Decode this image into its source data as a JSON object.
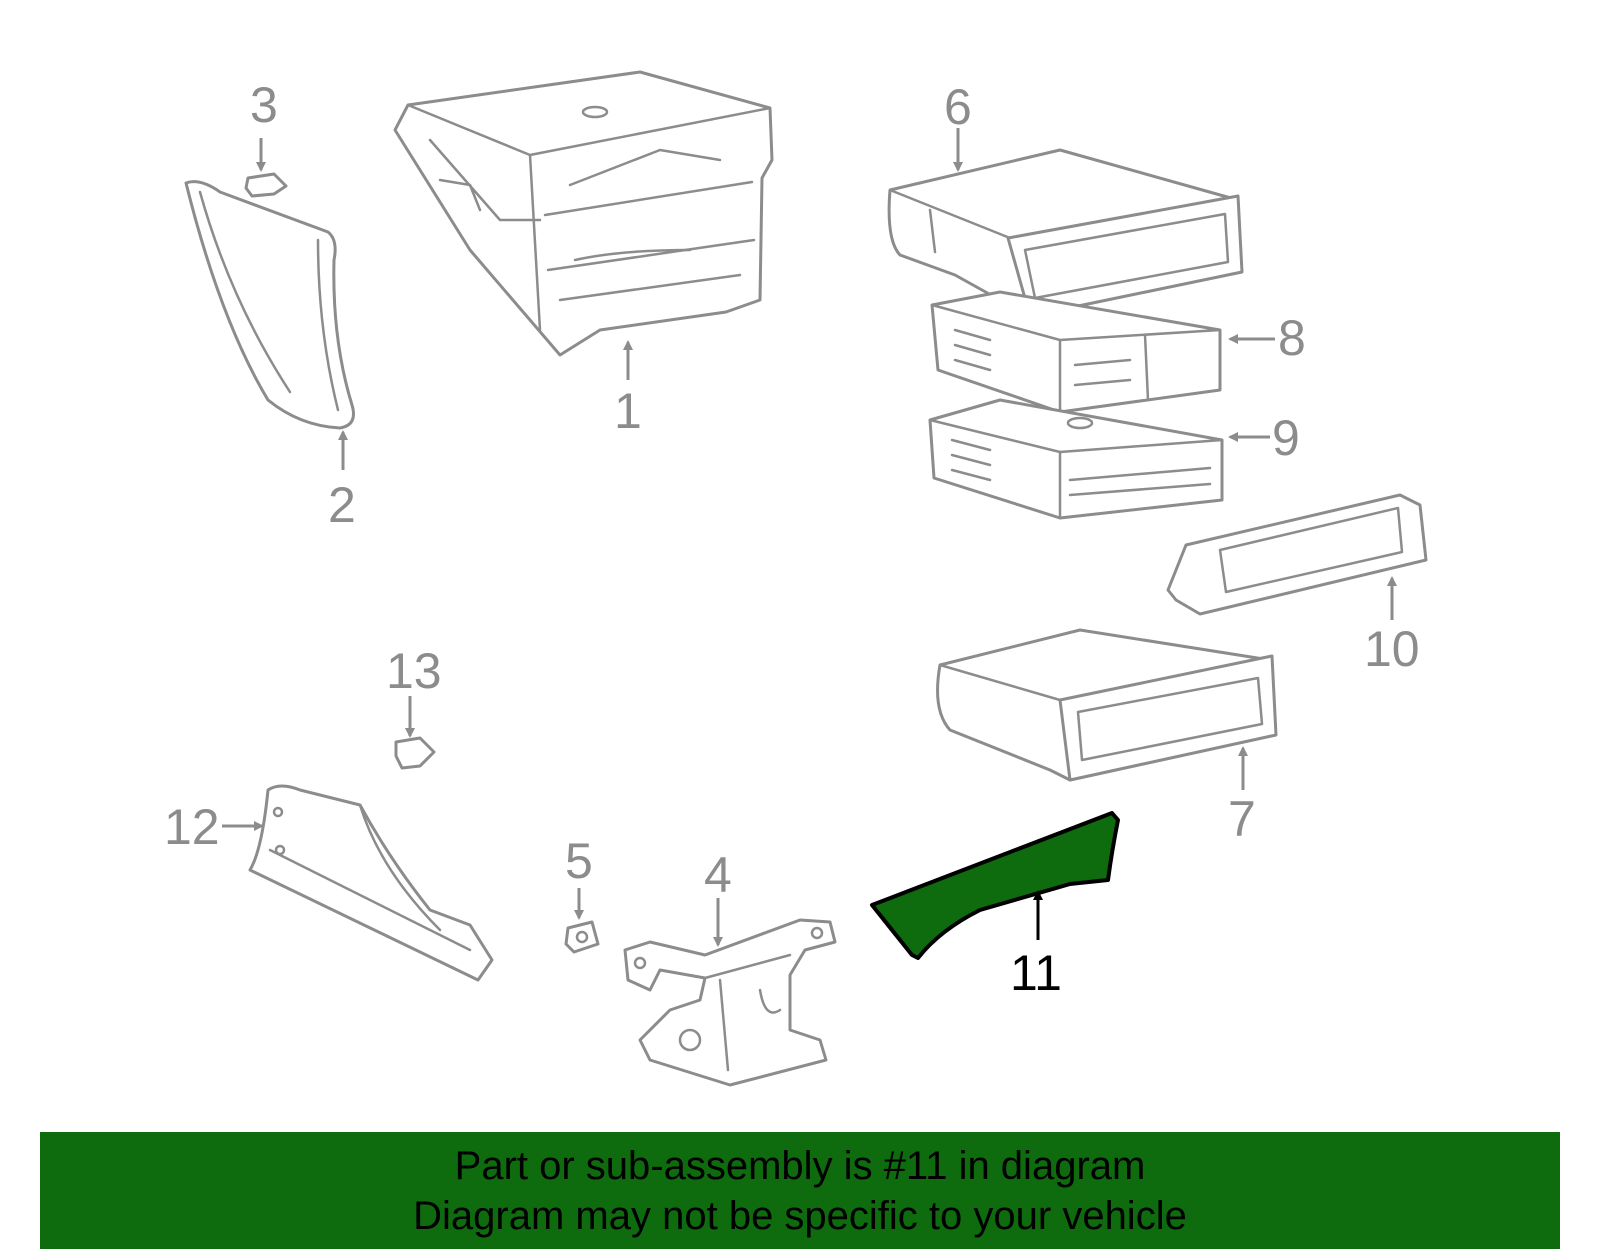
{
  "callouts": {
    "c1": "1",
    "c2": "2",
    "c3": "3",
    "c4": "4",
    "c5": "5",
    "c6": "6",
    "c7": "7",
    "c8": "8",
    "c9": "9",
    "c10": "10",
    "c11": "11",
    "c12": "12",
    "c13": "13"
  },
  "highlighted_part": "11",
  "banner": {
    "line1": "Part or sub-assembly is #11 in diagram",
    "line2": "Diagram may not be specific to your vehicle"
  },
  "colors": {
    "highlight": "#0e6b0e",
    "line_gray": "#8c8c8c",
    "banner_bg": "#0e6b0e"
  }
}
